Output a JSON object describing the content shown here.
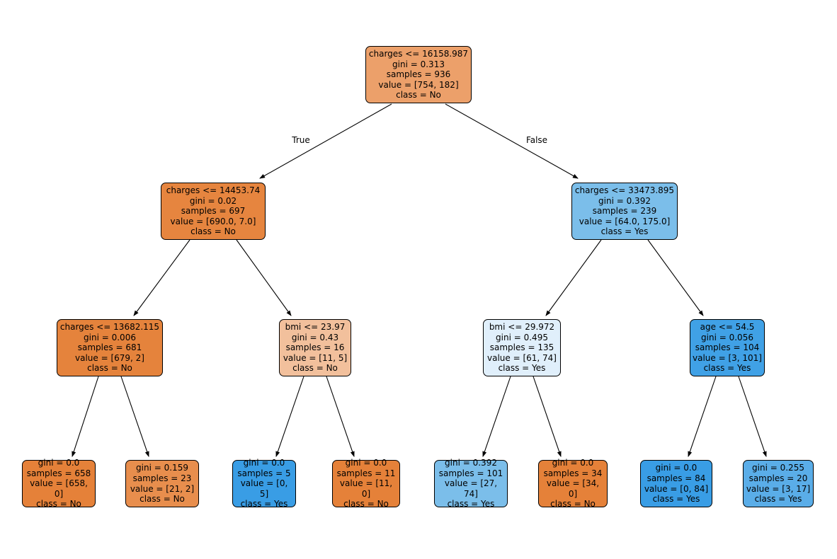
{
  "figure": {
    "type": "decision-tree",
    "background": "#ffffff",
    "edge_color": "#000000",
    "class_colors": {
      "no_pure": "#e58139",
      "yes_pure": "#399de5"
    }
  },
  "edge_labels": {
    "left": "True",
    "right": "False"
  },
  "chart_data": {
    "type": "table",
    "title": "",
    "tree": {
      "feature_names": [
        "charges",
        "bmi",
        "age"
      ],
      "class_names": [
        "No",
        "Yes"
      ],
      "nodes": [
        {
          "id": 0,
          "depth": 0,
          "condition": "charges <= 16158.987",
          "gini": 0.313,
          "samples": 936,
          "value": [
            754,
            182
          ],
          "class": "No"
        },
        {
          "id": 1,
          "depth": 1,
          "parent": 0,
          "branch": "True",
          "condition": "charges <= 14453.74",
          "gini": 0.02,
          "samples": 697,
          "value": [
            690.0,
            7.0
          ],
          "class": "No"
        },
        {
          "id": 2,
          "depth": 1,
          "parent": 0,
          "branch": "False",
          "condition": "charges <= 33473.895",
          "gini": 0.392,
          "samples": 239,
          "value": [
            64.0,
            175.0
          ],
          "class": "Yes"
        },
        {
          "id": 3,
          "depth": 2,
          "parent": 1,
          "condition": "charges <= 13682.115",
          "gini": 0.006,
          "samples": 681,
          "value": [
            679,
            2
          ],
          "class": "No"
        },
        {
          "id": 4,
          "depth": 2,
          "parent": 1,
          "condition": "bmi <= 23.97",
          "gini": 0.43,
          "samples": 16,
          "value": [
            11,
            5
          ],
          "class": "No"
        },
        {
          "id": 5,
          "depth": 2,
          "parent": 2,
          "condition": "bmi <= 29.972",
          "gini": 0.495,
          "samples": 135,
          "value": [
            61,
            74
          ],
          "class": "Yes"
        },
        {
          "id": 6,
          "depth": 2,
          "parent": 2,
          "condition": "age <= 54.5",
          "gini": 0.056,
          "samples": 104,
          "value": [
            3,
            101
          ],
          "class": "Yes"
        },
        {
          "id": 7,
          "depth": 3,
          "parent": 3,
          "leaf": true,
          "gini": 0.0,
          "samples": 658,
          "value": [
            658,
            0
          ],
          "class": "No"
        },
        {
          "id": 8,
          "depth": 3,
          "parent": 3,
          "leaf": true,
          "gini": 0.159,
          "samples": 23,
          "value": [
            21,
            2
          ],
          "class": "No"
        },
        {
          "id": 9,
          "depth": 3,
          "parent": 4,
          "leaf": true,
          "gini": 0.0,
          "samples": 5,
          "value": [
            0,
            5
          ],
          "class": "Yes"
        },
        {
          "id": 10,
          "depth": 3,
          "parent": 4,
          "leaf": true,
          "gini": 0.0,
          "samples": 11,
          "value": [
            11,
            0
          ],
          "class": "No"
        },
        {
          "id": 11,
          "depth": 3,
          "parent": 5,
          "leaf": true,
          "gini": 0.392,
          "samples": 101,
          "value": [
            27,
            74
          ],
          "class": "Yes"
        },
        {
          "id": 12,
          "depth": 3,
          "parent": 5,
          "leaf": true,
          "gini": 0.0,
          "samples": 34,
          "value": [
            34,
            0
          ],
          "class": "No"
        },
        {
          "id": 13,
          "depth": 3,
          "parent": 6,
          "leaf": true,
          "gini": 0.0,
          "samples": 84,
          "value": [
            0,
            84
          ],
          "class": "Yes"
        },
        {
          "id": 14,
          "depth": 3,
          "parent": 6,
          "leaf": true,
          "gini": 0.255,
          "samples": 20,
          "value": [
            3,
            17
          ],
          "class": "Yes"
        }
      ]
    }
  },
  "nodes": {
    "root": {
      "condition": "charges <= 16158.987",
      "gini": "gini = 0.313",
      "samples": "samples = 936",
      "value": "value = [754, 182]",
      "class": "class = No",
      "color": "#eca06a"
    },
    "l1_left": {
      "condition": "charges <= 14453.74",
      "gini": "gini = 0.02",
      "samples": "samples = 697",
      "value": "value = [690.0, 7.0]",
      "class": "class = No",
      "color": "#e6853f"
    },
    "l1_right": {
      "condition": "charges <= 33473.895",
      "gini": "gini = 0.392",
      "samples": "samples = 239",
      "value": "value = [64.0, 175.0]",
      "class": "class = Yes",
      "color": "#7bbeea"
    },
    "l2_n1": {
      "condition": "charges <= 13682.115",
      "gini": "gini = 0.006",
      "samples": "samples = 681",
      "value": "value = [679, 2]",
      "class": "class = No",
      "color": "#e5833c"
    },
    "l2_n2": {
      "condition": "bmi <= 23.97",
      "gini": "gini = 0.43",
      "samples": "samples = 16",
      "value": "value = [11, 5]",
      "class": "class = No",
      "color": "#f2c09c"
    },
    "l2_n3": {
      "condition": "bmi <= 29.972",
      "gini": "gini = 0.495",
      "samples": "samples = 135",
      "value": "value = [61, 74]",
      "class": "class = Yes",
      "color": "#e0effb"
    },
    "l2_n4": {
      "condition": "age <= 54.5",
      "gini": "gini = 0.056",
      "samples": "samples = 104",
      "value": "value = [3, 101]",
      "class": "class = Yes",
      "color": "#40a1e6"
    },
    "leaf1": {
      "gini": "gini = 0.0",
      "samples": "samples = 658",
      "value": "value = [658, 0]",
      "class": "class = No",
      "color": "#e58139"
    },
    "leaf2": {
      "gini": "gini = 0.159",
      "samples": "samples = 23",
      "value": "value = [21, 2]",
      "class": "class = No",
      "color": "#e88e4d"
    },
    "leaf3": {
      "gini": "gini = 0.0",
      "samples": "samples = 5",
      "value": "value = [0, 5]",
      "class": "class = Yes",
      "color": "#399de5"
    },
    "leaf4": {
      "gini": "gini = 0.0",
      "samples": "samples = 11",
      "value": "value = [11, 0]",
      "class": "class = No",
      "color": "#e58139"
    },
    "leaf5": {
      "gini": "gini = 0.392",
      "samples": "samples = 101",
      "value": "value = [27, 74]",
      "class": "class = Yes",
      "color": "#7bbeea"
    },
    "leaf6": {
      "gini": "gini = 0.0",
      "samples": "samples = 34",
      "value": "value = [34, 0]",
      "class": "class = No",
      "color": "#e58139"
    },
    "leaf7": {
      "gini": "gini = 0.0",
      "samples": "samples = 84",
      "value": "value = [0, 84]",
      "class": "class = Yes",
      "color": "#399de5"
    },
    "leaf8": {
      "gini": "gini = 0.255",
      "samples": "samples = 20",
      "value": "value = [3, 17]",
      "class": "class = Yes",
      "color": "#5aade8"
    }
  }
}
